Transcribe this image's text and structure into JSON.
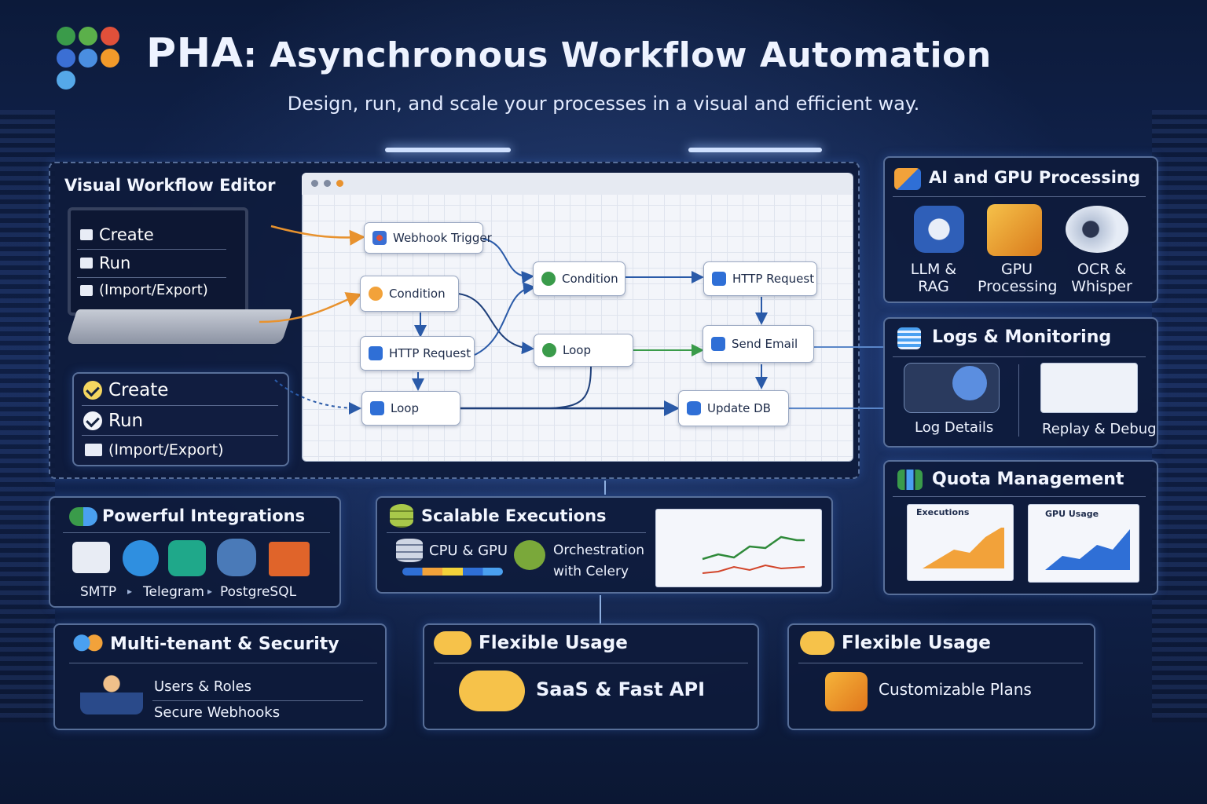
{
  "header": {
    "brand": "PHA",
    "separator": ":",
    "title": " Asynchronous Workflow Automation",
    "subtitle": "Design, run, and scale your processes in a visual and efficient way."
  },
  "editor": {
    "title": "Visual Workflow Editor",
    "laptop_menu": [
      "Create",
      "Run",
      "(Import/Export)"
    ],
    "menu": [
      "Create",
      "Run",
      "(Import/Export)"
    ],
    "nodes": {
      "webhook_trigger": "Webhook Trigger",
      "condition_left": "Condition",
      "http_request_left": "HTTP Request",
      "loop_left": "Loop",
      "condition_mid": "Condition",
      "loop_mid": "Loop",
      "http_request_right": "HTTP Request",
      "send_email": "Send Email",
      "update_db": "Update DB"
    }
  },
  "ai_gpu": {
    "title": "AI and GPU Processing",
    "items": [
      {
        "label_l1": "LLM &",
        "label_l2": "RAG",
        "icon": "neural-hexagon-icon"
      },
      {
        "label_l1": "GPU",
        "label_l2": "Processing",
        "icon": "gpu-cube-icon"
      },
      {
        "label_l1": "OCR &",
        "label_l2": "Whisper",
        "icon": "ocr-disc-icon"
      }
    ]
  },
  "logs": {
    "title": "Logs & Monitoring",
    "items": [
      "Log Details",
      "Replay & Debug"
    ]
  },
  "quota": {
    "title": "Quota Management",
    "charts": [
      "Executions",
      "GPU Usage"
    ]
  },
  "integrations": {
    "title": "Powerful Integrations",
    "labels": [
      "SMTP",
      "Telegram",
      "PostgreSQL"
    ],
    "arrows": [
      "▸",
      "▸"
    ]
  },
  "scalable": {
    "title": "Scalable Executions",
    "cpu_gpu": "CPU & GPU",
    "orchestration_l1": "Orchestration",
    "orchestration_l2": "with Celery"
  },
  "multitenant": {
    "title": "Multi-tenant & Security",
    "items": [
      "Users & Roles",
      "Secure Webhooks"
    ]
  },
  "flexible_a": {
    "title": "Flexible Usage",
    "item": "SaaS & Fast API"
  },
  "flexible_b": {
    "title": "Flexible Usage",
    "item": "Customizable Plans"
  },
  "colors": {
    "accent_orange": "#f2a23a",
    "accent_blue": "#2f6fd6",
    "accent_green": "#3aa34a",
    "panel_bg": "#0e1a3a"
  }
}
